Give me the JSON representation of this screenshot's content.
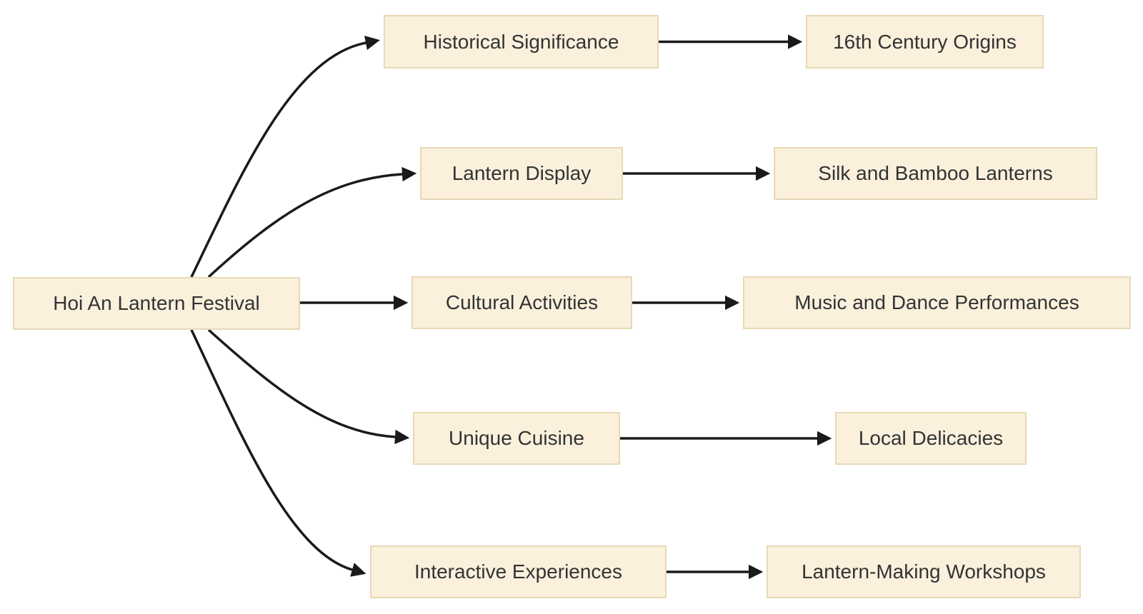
{
  "diagram": {
    "type": "flowchart-lr",
    "root": {
      "label": "Hoi An Lantern Festival"
    },
    "branches": [
      {
        "topic": "Historical Significance",
        "detail": "16th Century Origins"
      },
      {
        "topic": "Lantern Display",
        "detail": "Silk and Bamboo Lanterns"
      },
      {
        "topic": "Cultural Activities",
        "detail": "Music and Dance Performances"
      },
      {
        "topic": "Unique Cuisine",
        "detail": "Local Delicacies"
      },
      {
        "topic": "Interactive Experiences",
        "detail": "Lantern-Making Workshops"
      }
    ],
    "edges": [
      {
        "from": "Hoi An Lantern Festival",
        "to": "Historical Significance"
      },
      {
        "from": "Hoi An Lantern Festival",
        "to": "Lantern Display"
      },
      {
        "from": "Hoi An Lantern Festival",
        "to": "Cultural Activities"
      },
      {
        "from": "Hoi An Lantern Festival",
        "to": "Unique Cuisine"
      },
      {
        "from": "Hoi An Lantern Festival",
        "to": "Interactive Experiences"
      },
      {
        "from": "Historical Significance",
        "to": "16th Century Origins"
      },
      {
        "from": "Lantern Display",
        "to": "Silk and Bamboo Lanterns"
      },
      {
        "from": "Cultural Activities",
        "to": "Music and Dance Performances"
      },
      {
        "from": "Unique Cuisine",
        "to": "Local Delicacies"
      },
      {
        "from": "Interactive Experiences",
        "to": "Lantern-Making Workshops"
      }
    ],
    "colors": {
      "node_fill": "#faf0dc",
      "node_border": "#e8d9b5",
      "text": "#333333",
      "arrow": "#1a1a1a",
      "background": "#ffffff"
    }
  }
}
